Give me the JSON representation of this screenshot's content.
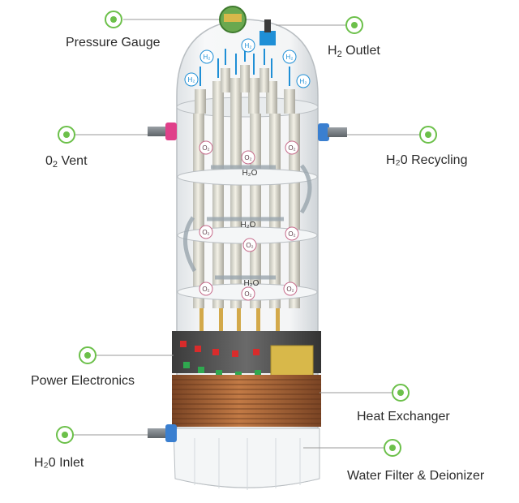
{
  "labels": {
    "pressure_gauge": "Pressure Gauge",
    "h2_outlet": {
      "pre": "H",
      "sub": "2",
      "post": " Outlet"
    },
    "o2_vent": {
      "pre": "0",
      "sub": "2",
      "post": " Vent"
    },
    "h2o_recycling": "H₂0 Recycling",
    "power_electronics": "Power Electronics",
    "heat_exchanger": "Heat Exchanger",
    "h2o_inlet": "H₂0 Inlet",
    "water_filter": "Water Filter & Deionizer"
  },
  "gas_labels": {
    "h2": "H₂",
    "o2": "O₂",
    "h2o": "H₂O"
  },
  "colors": {
    "callout_dot": "#6cc04a",
    "o2_vent_port": "#e0408a",
    "h2_outlet_port": "#1f8fd6",
    "recycling_port": "#3a7fd0",
    "inlet_port": "#3a7fd0",
    "gauge": "#6aa84f",
    "copper_coil": "#b06a3a",
    "panel_gold": "#d8b84a",
    "led_red": "#d92b2b",
    "led_green": "#2fa84f"
  }
}
